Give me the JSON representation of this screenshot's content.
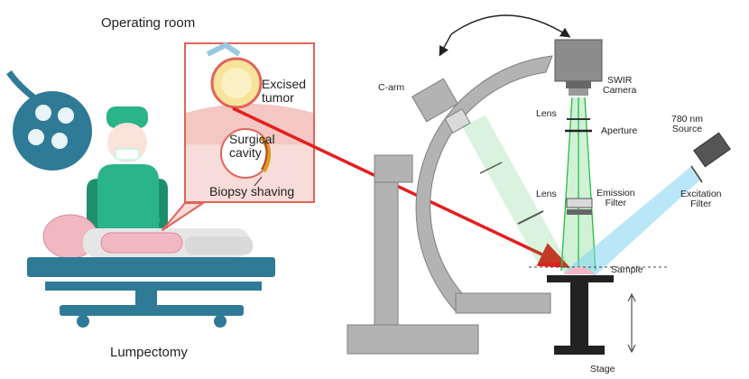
{
  "labels": {
    "operating_room": "Operating room",
    "lumpectomy": "Lumpectomy",
    "excised_tumor": [
      "Excised",
      "tumor"
    ],
    "surgical_cavity": [
      "Surgical",
      "cavity"
    ],
    "biopsy_shaving": "Biopsy shaving",
    "c_arm": "C-arm",
    "swir_camera": [
      "SWIR",
      "Camera"
    ],
    "lens_top": "Lens",
    "aperture": "Aperture",
    "source": [
      "780 nm",
      "Source"
    ],
    "lens_bottom": "Lens",
    "emission_filter": [
      "Emission",
      "Filter"
    ],
    "excitation_filter": [
      "Excitation",
      "Filter"
    ],
    "sample": "Sample",
    "stage": "Stage"
  },
  "colors": {
    "scrubs": "#2bb38a",
    "scrubs_dark": "#1e8f6c",
    "lamp": "#2f7a96",
    "table": "#2f7a96",
    "patient": "#f2b8c2",
    "inset_border": "#e0645a",
    "inset_bg": "#f7dcd9",
    "arrow": "#e21f1f",
    "c_arm": "#b3b3b3",
    "c_arm_dark": "#7f7f7f",
    "green_beam": "#2fbf4a",
    "blue_beam": "#7fd3f2",
    "camera": "#8c8c8c",
    "stage": "#2b2b2b"
  }
}
